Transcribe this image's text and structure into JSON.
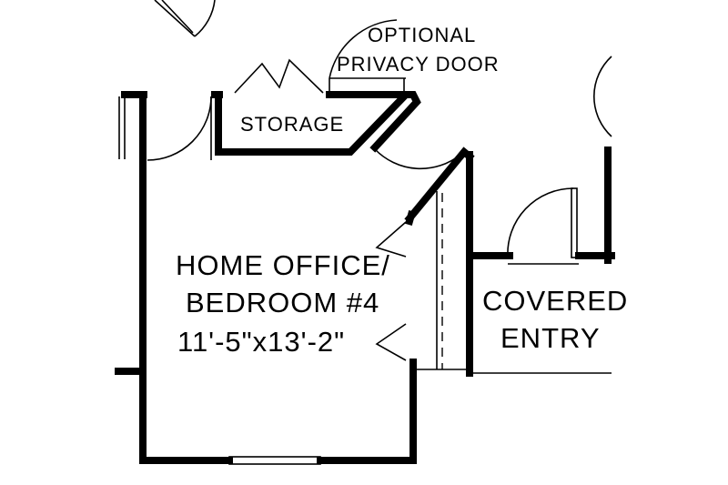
{
  "labels": {
    "optional_privacy_door_line1": "OPTIONAL",
    "optional_privacy_door_line2": "PRIVACY DOOR",
    "storage": "STORAGE",
    "home_office_line1": "HOME OFFICE/",
    "home_office_line2": "BEDROOM #4",
    "home_office_line3": "11'-5\"x13'-2\"",
    "covered_entry_line1": "COVERED",
    "covered_entry_line2": "ENTRY"
  },
  "colors": {
    "ink": "#000000",
    "paper": "#ffffff"
  }
}
